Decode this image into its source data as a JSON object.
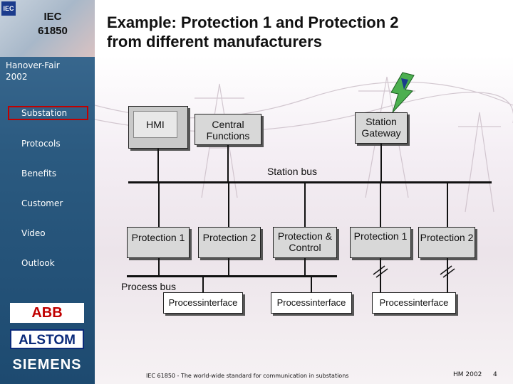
{
  "logo": {
    "badge": "IEC",
    "title_line1": "IEC",
    "title_line2": "61850"
  },
  "event": {
    "line1": "Hanover-Fair",
    "line2": "2002"
  },
  "nav": {
    "items": [
      "Substation",
      "Protocols",
      "Benefits",
      "Customer",
      "Video",
      "Outlook"
    ],
    "active": "Substation"
  },
  "brands": [
    "ABB",
    "ALSTOM",
    "SIEMENS"
  ],
  "title": {
    "line1": "Example: Protection 1 and Protection 2",
    "line2": "from different manufacturers"
  },
  "diagram": {
    "hmi": "HMI",
    "central_functions": "Central Functions",
    "station_gateway": "Station Gateway",
    "station_bus": "Station bus",
    "process_bus": "Process bus",
    "protection_a1": "Protection 1",
    "protection_a2": "Protection 2",
    "protection_control": "Protection & Control",
    "protection_b1": "Protection 1",
    "protection_b2": "Protection 2",
    "process_interface_1": "Processinterface",
    "process_interface_2": "Processinterface",
    "process_interface_3": "Processinterface"
  },
  "footer": {
    "caption": "IEC 61850 - The world-wide standard for communication in substations",
    "date": "HM 2002",
    "page": "4"
  },
  "colors": {
    "sidebar": "#2b5a80",
    "active_border": "#c00000",
    "lightning": "#4caf50"
  }
}
